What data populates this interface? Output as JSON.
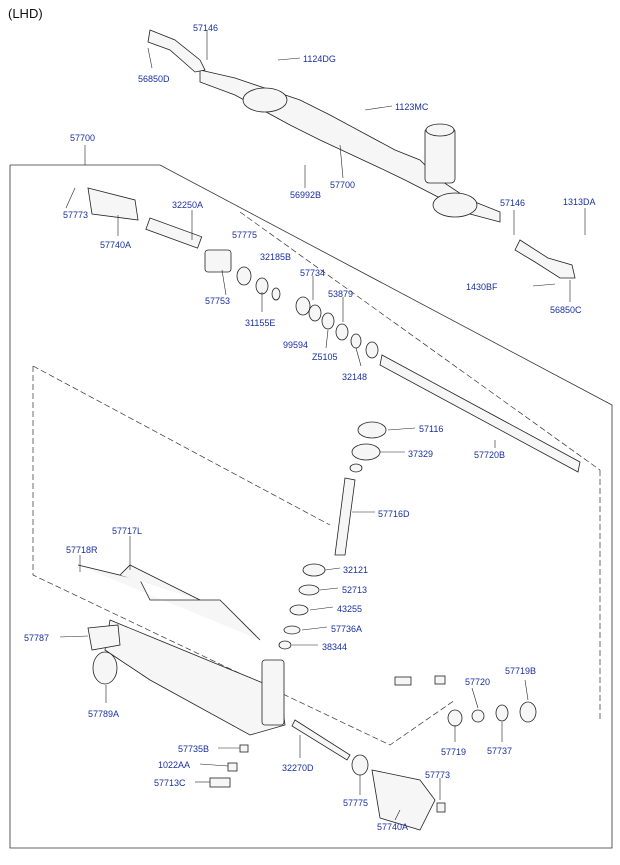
{
  "header": "(LHD)",
  "label_color": "#1a2fa0",
  "line_color": "#222222",
  "parts": [
    {
      "code": "57146"
    },
    {
      "code": "56850D"
    },
    {
      "code": "1124DG"
    },
    {
      "code": "1123MC"
    },
    {
      "code": "57700"
    },
    {
      "code": "56992B"
    },
    {
      "code": "57700"
    },
    {
      "code": "57146"
    },
    {
      "code": "1313DA"
    },
    {
      "code": "1430BF"
    },
    {
      "code": "56850C"
    },
    {
      "code": "57773"
    },
    {
      "code": "57740A"
    },
    {
      "code": "32250A"
    },
    {
      "code": "57775"
    },
    {
      "code": "32185B"
    },
    {
      "code": "57734"
    },
    {
      "code": "53879"
    },
    {
      "code": "57753"
    },
    {
      "code": "31155E"
    },
    {
      "code": "99594"
    },
    {
      "code": "Z5105"
    },
    {
      "code": "32148"
    },
    {
      "code": "57116"
    },
    {
      "code": "37329"
    },
    {
      "code": "57720B"
    },
    {
      "code": "57716D"
    },
    {
      "code": "57717L"
    },
    {
      "code": "57718R"
    },
    {
      "code": "32121"
    },
    {
      "code": "52713"
    },
    {
      "code": "43255"
    },
    {
      "code": "57736A"
    },
    {
      "code": "38344"
    },
    {
      "code": "57787"
    },
    {
      "code": "57789A"
    },
    {
      "code": "57720"
    },
    {
      "code": "57719B"
    },
    {
      "code": "57735B"
    },
    {
      "code": "1022AA"
    },
    {
      "code": "57713C"
    },
    {
      "code": "32270D"
    },
    {
      "code": "57719"
    },
    {
      "code": "57737"
    },
    {
      "code": "57773"
    },
    {
      "code": "57775"
    },
    {
      "code": "57740A"
    }
  ]
}
